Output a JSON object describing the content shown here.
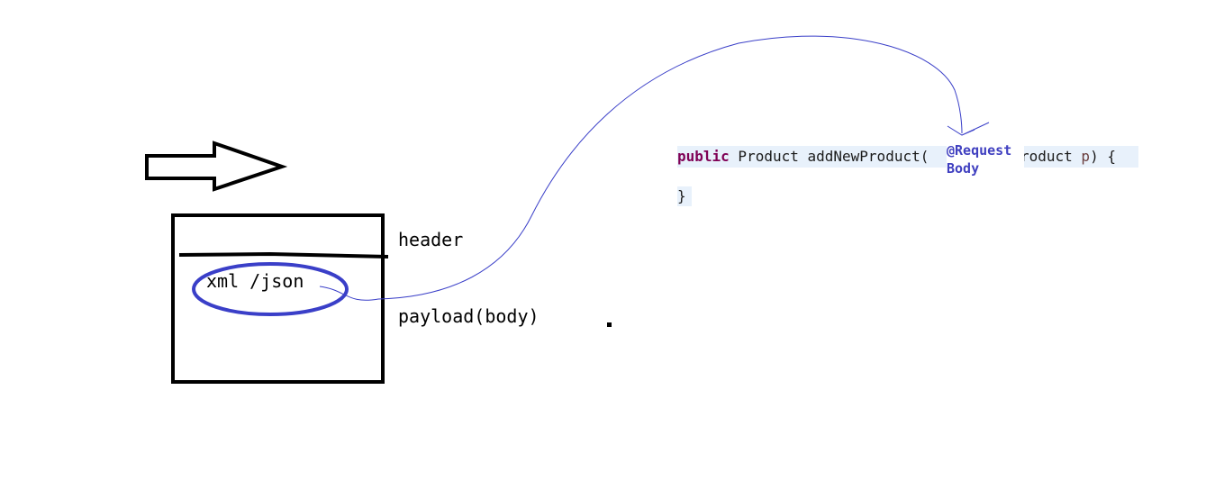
{
  "colors": {
    "ink": "#000000",
    "blue_pen": "#3a3fc8",
    "code_keyword": "#7f0055",
    "code_annotation": "#4040c0",
    "code_param": "#6a3e3e",
    "code_highlight": "#e8f1fb"
  },
  "labels": {
    "header": "header",
    "payload": "payload(body)",
    "format": "xml /json"
  },
  "code": {
    "keyword": "public",
    "before_annotation": " Product addNewProduct(",
    "annotation_line1": "@Request",
    "annotation_line2": "Body",
    "after_annotation": "Product ",
    "param": "p",
    "tail": ") {",
    "closing": "}"
  }
}
